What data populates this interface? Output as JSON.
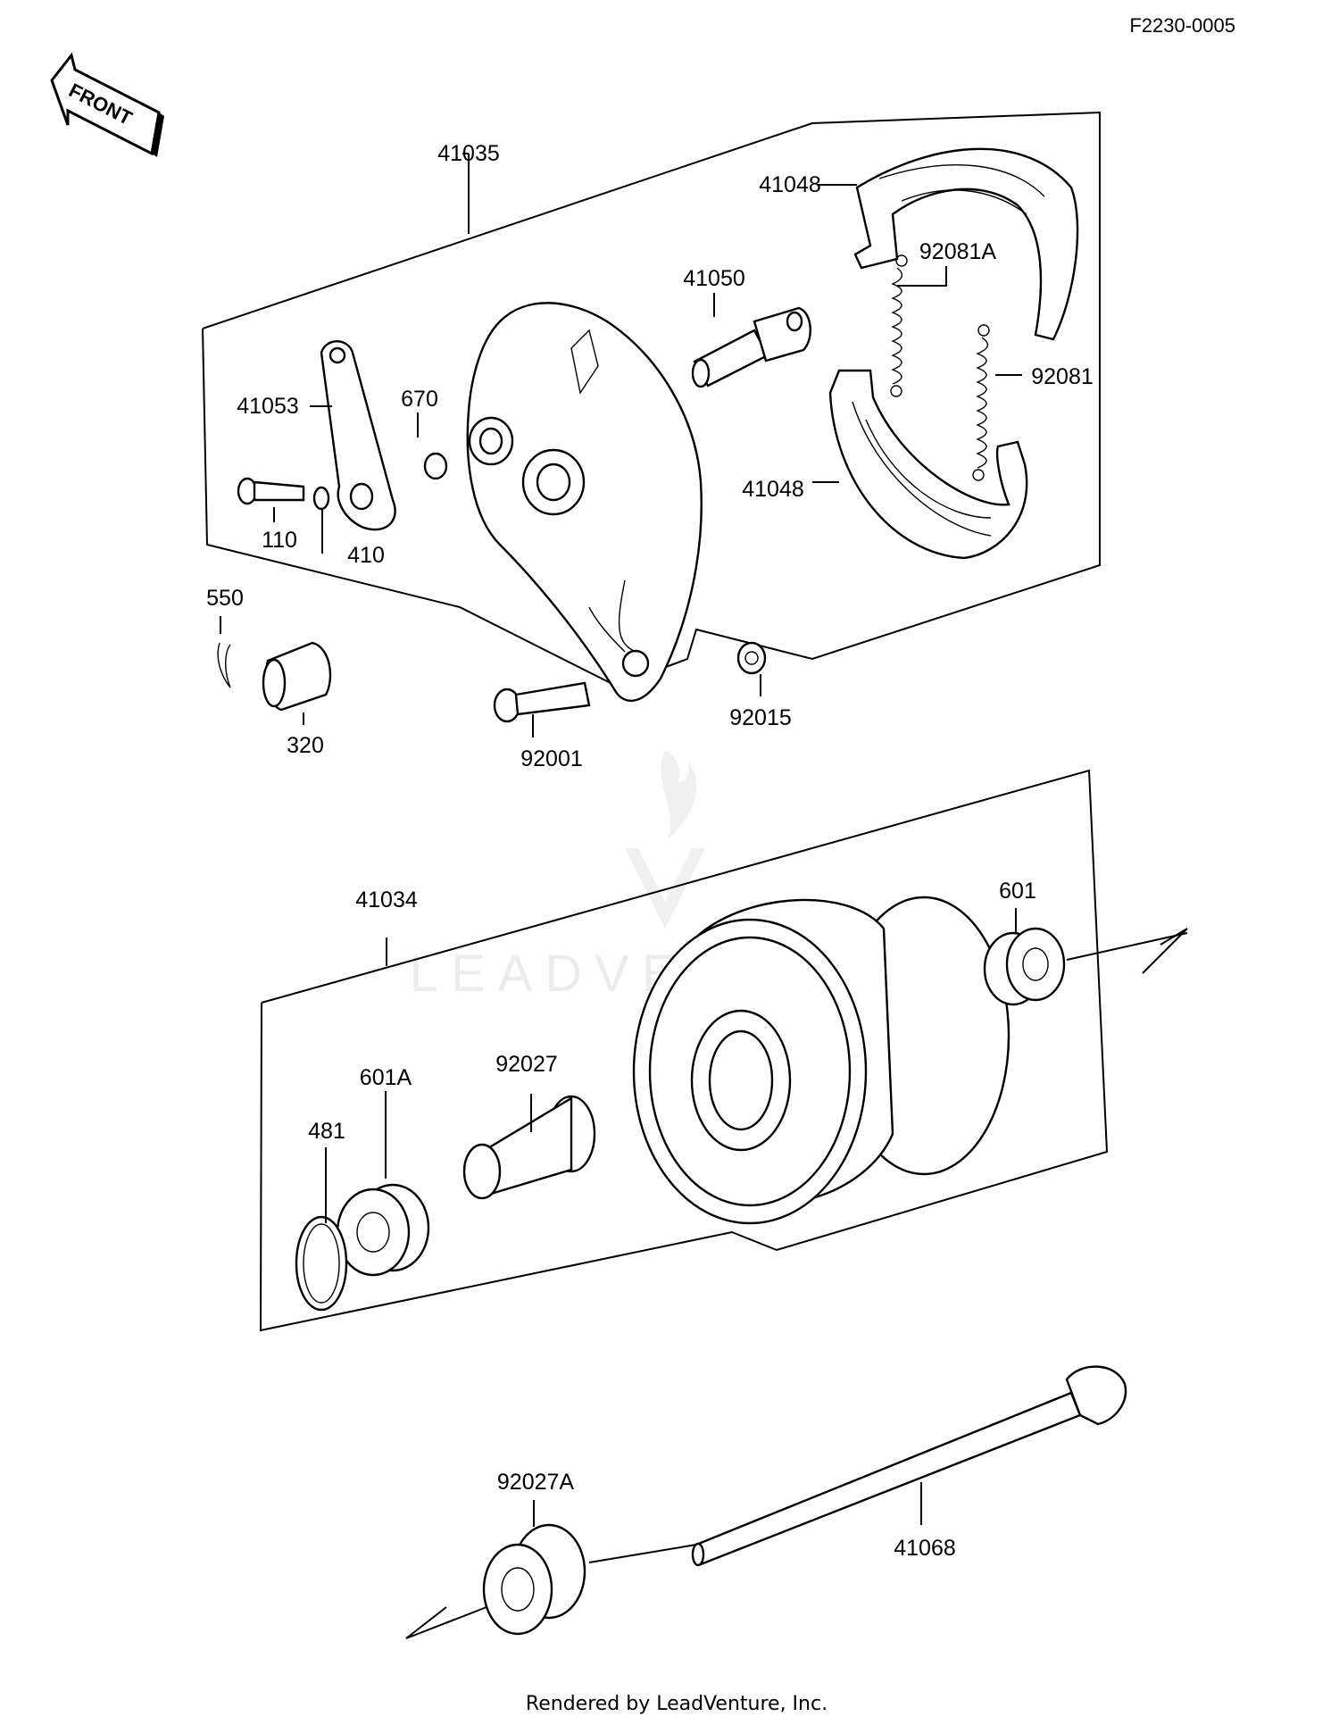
{
  "diagram_code": "F2230-0005",
  "front_label": "FRONT",
  "watermark": "LEADVENTURE",
  "credit": "Rendered by LeadVenture, Inc.",
  "parts": {
    "p41035": "41035",
    "p41048_upper": "41048",
    "p41048_lower": "41048",
    "p41050": "41050",
    "p92081A": "92081A",
    "p92081": "92081",
    "p41053": "41053",
    "p670": "670",
    "p110": "110",
    "p410": "410",
    "p550": "550",
    "p320": "320",
    "p92001": "92001",
    "p92015": "92015",
    "p41034": "41034",
    "p601": "601",
    "p601A": "601A",
    "p92027": "92027",
    "p481": "481",
    "p92027A": "92027A",
    "p41068": "41068"
  }
}
